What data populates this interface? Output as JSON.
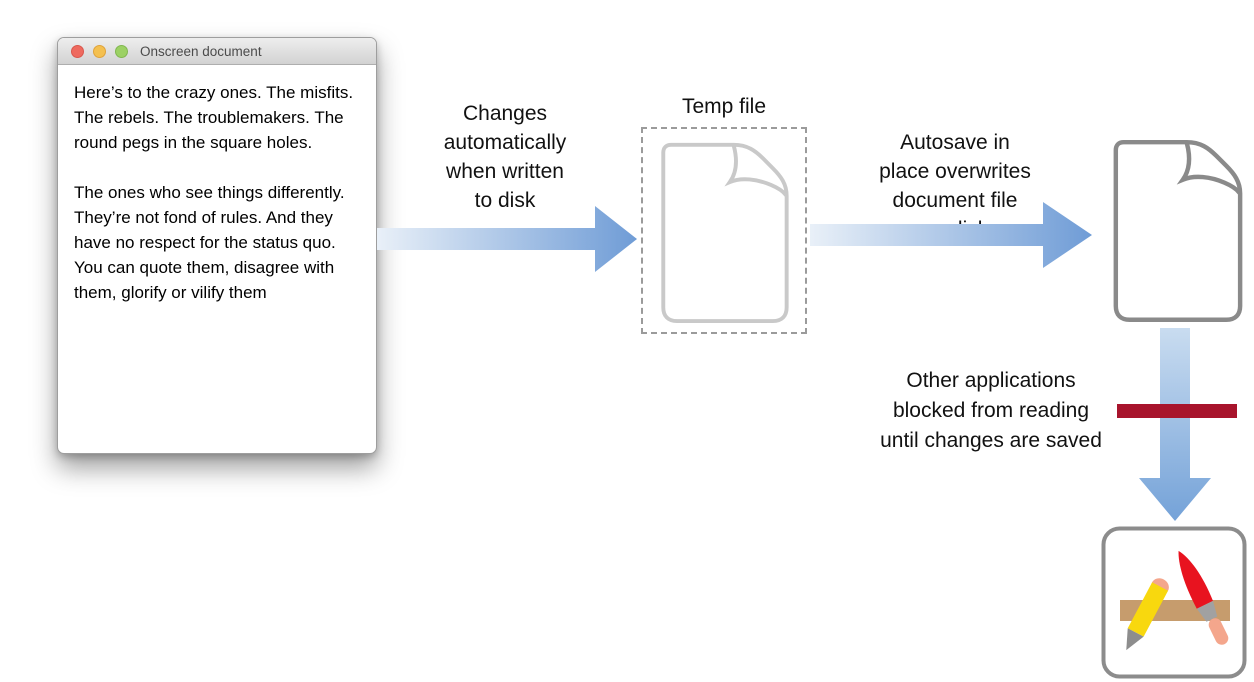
{
  "window": {
    "title": "Onscreen document",
    "controls": [
      {
        "name": "close"
      },
      {
        "name": "minimize"
      },
      {
        "name": "zoom"
      }
    ],
    "paragraphs": [
      "Here’s to the crazy ones. The misfits. The rebels. The troublemakers. The round pegs in the square holes.",
      "The ones who see things differently. They’re not fond of rules. And they have no respect for the status quo. You can quote them, disagree with them, glorify or vilify them"
    ]
  },
  "flow": {
    "arrow1_label": "Changes\nautomatically\nwhen written\nto disk",
    "temp_file_label": "Temp file",
    "arrow2_label": "Autosave in\nplace overwrites\ndocument file\non disk",
    "blocked_label": "Other applications\nblocked from reading\nuntil changes are saved",
    "icons": [
      "temp-document-icon",
      "saved-document-icon",
      "blocked-bar",
      "application-icon"
    ]
  },
  "colors": {
    "arrow_grad_start": "#e9f0f8",
    "arrow_grad_end": "#6f9cd6",
    "varrow_start": "#c9dcf0",
    "varrow_end": "#74a2d8",
    "red_bar": "#a8142c",
    "dashed_border": "#9b9b9b",
    "temp_doc_stroke": "#c9c9c9",
    "doc_stroke": "#8a8a8a",
    "app_border": "#8c8c8c",
    "ruler_tan": "#c69c6d",
    "pencil_yellow": "#f8d80e",
    "salmon": "#f4a68c",
    "tip_gray": "#8d8d8d",
    "brush_red": "#e8131f",
    "ferrule_gray": "#a1a1a1",
    "light_red": "#ee6a5f",
    "light_yellow": "#f4c050",
    "light_green": "#9cd164",
    "title_text": "#4b4b4b"
  }
}
